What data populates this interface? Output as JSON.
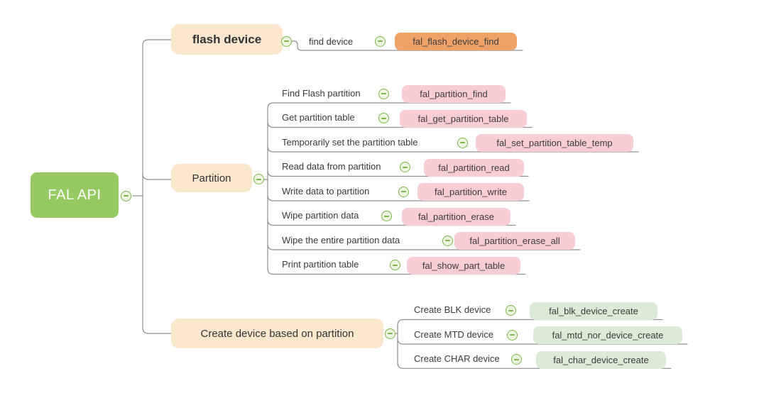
{
  "root": {
    "label": "FAL API"
  },
  "branches": [
    {
      "label": "flash device",
      "children": [
        {
          "label": "find device",
          "api": "fal_flash_device_find"
        }
      ]
    },
    {
      "label": "Partition",
      "children": [
        {
          "label": "Find Flash partition",
          "api": "fal_partition_find"
        },
        {
          "label": "Get partition table",
          "api": "fal_get_partition_table"
        },
        {
          "label": "Temporarily set the partition table",
          "api": "fal_set_partition_table_temp"
        },
        {
          "label": "Read data from partition",
          "api": "fal_partition_read"
        },
        {
          "label": "Write data to partition",
          "api": "fal_partition_write"
        },
        {
          "label": "Wipe partition data",
          "api": "fal_partition_erase"
        },
        {
          "label": "Wipe the entire partition data",
          "api": "fal_partition_erase_all"
        },
        {
          "label": "Print partition table",
          "api": "fal_show_part_table"
        }
      ]
    },
    {
      "label": "Create device based on partition",
      "children": [
        {
          "label": "Create BLK device",
          "api": "fal_blk_device_create"
        },
        {
          "label": "Create MTD device",
          "api": "fal_mtd_nor_device_create"
        },
        {
          "label": "Create CHAR device",
          "api": "fal_char_device_create"
        }
      ]
    }
  ],
  "colors": {
    "root_bg": "#97c962",
    "branch_bg": "#fbe7cd",
    "flash_api_bg": "#efa268",
    "partition_api_bg": "#f8cdd4",
    "device_api_bg": "#dcebd6",
    "collapse_icon_green": "#79b747",
    "connector_gray": "#8f8f8f"
  },
  "icons": {
    "collapse": "minus-circle"
  }
}
